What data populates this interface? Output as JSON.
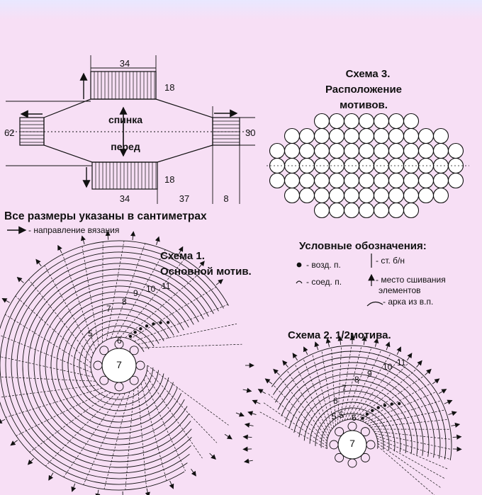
{
  "schematic": {
    "top_width": "34",
    "top_height": "18",
    "left_height": "62",
    "right_height": "30",
    "back_label": "спинка",
    "front_label": "перед",
    "bottom_width": "34",
    "bottom_height": "18",
    "span_width": "37",
    "cuff_width": "8"
  },
  "notes": {
    "sizes": "Все размеры указаны в сантиметрах",
    "direction": "- направление вязания"
  },
  "scheme3": {
    "line1": "Схема 3.",
    "line2": "Расположение",
    "line3": "мотивов."
  },
  "scheme1": {
    "line1": "Схема 1.",
    "line2": "Основной мотив.",
    "rows": [
      "5",
      "6",
      "7",
      "8",
      "9",
      "10",
      "11"
    ],
    "center": "7"
  },
  "legend": {
    "title": "Условные обозначения:",
    "chain": "- возд. п.",
    "slip": "- соед. п.",
    "dc": "- ст. б/н",
    "seam1": "- место сшивания",
    "seam2": "элементов",
    "arch": "- арка из в.п."
  },
  "scheme2": {
    "title": "Схема 2. 1/2мотива.",
    "rows": [
      "5",
      "6",
      "7",
      "8",
      "9",
      "10",
      "11"
    ],
    "center": "7",
    "bottom_rows": [
      "5",
      "6"
    ]
  },
  "colors": {
    "background": "#f7dff5",
    "ink": "#111111"
  }
}
